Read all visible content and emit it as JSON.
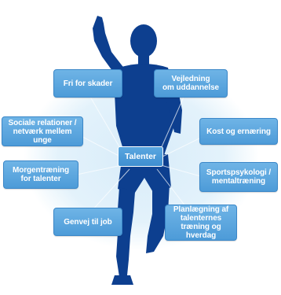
{
  "diagram": {
    "center": "Talenter",
    "nodes": [
      {
        "id": "fri-for-skader",
        "text": "Fri for skader"
      },
      {
        "id": "vejledning",
        "text": "Vejledning\nom uddannelse"
      },
      {
        "id": "sociale-relationer",
        "text": "Sociale relationer /\nnetværk mellem unge"
      },
      {
        "id": "kost",
        "text": "Kost og ernæring"
      },
      {
        "id": "morgentraening",
        "text": "Morgentræning\nfor talenter"
      },
      {
        "id": "sportspsykologi",
        "text": "Sportspsykologi /\nmentaltræning"
      },
      {
        "id": "genvej",
        "text": "Genvej til job"
      },
      {
        "id": "planlaegning",
        "text": "Planlægning af\ntalenternes\ntræning og hverdag"
      }
    ],
    "colors": {
      "silhouette": "#0d3f8f",
      "box_fill": "#5aa7e0",
      "halo": "#cfe7f7"
    }
  }
}
